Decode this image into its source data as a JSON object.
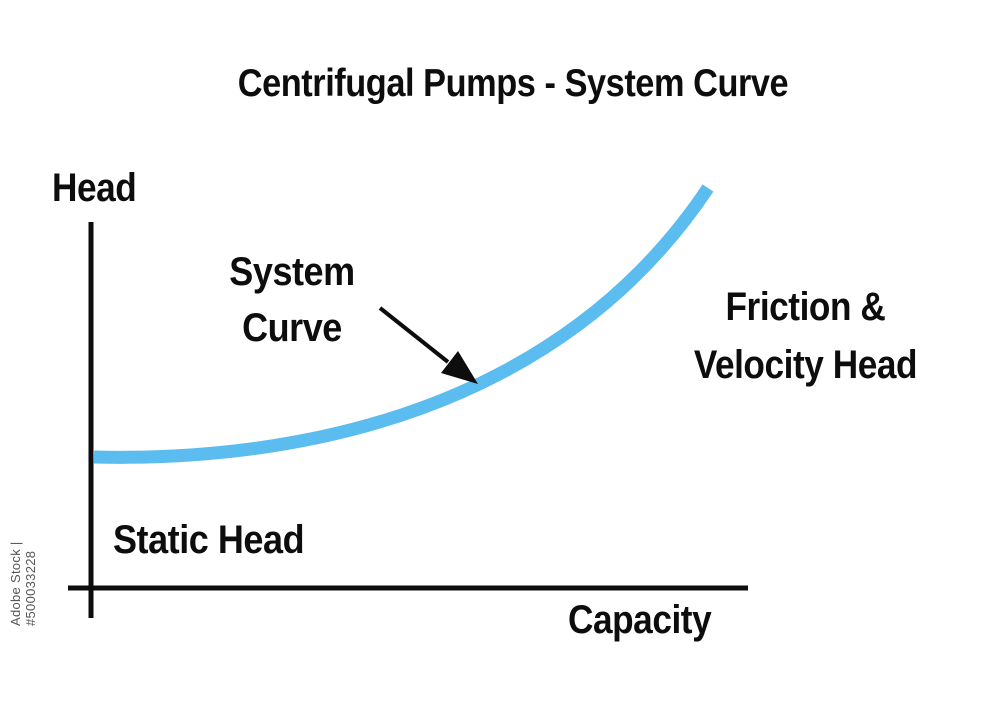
{
  "title": "Centrifugal Pumps - System Curve",
  "axes": {
    "y_label": "Head",
    "x_label": "Capacity"
  },
  "annotations": {
    "system_curve": [
      "System",
      "Curve"
    ],
    "friction": [
      "Friction &",
      "Velocity Head"
    ],
    "static_head": "Static Head"
  },
  "watermark": "Adobe Stock | #500033228",
  "colors": {
    "curve": "#5bbcf0",
    "axes": "#0d0d0d",
    "text": "#0d0d0d"
  }
}
